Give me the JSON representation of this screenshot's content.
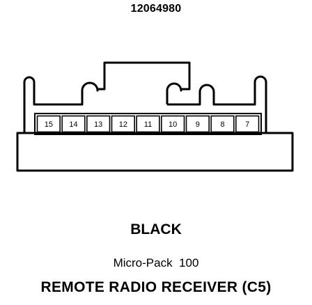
{
  "part_number": "12064980",
  "pins": [
    "15",
    "14",
    "13",
    "12",
    "11",
    "10",
    "9",
    "8",
    "7"
  ],
  "connector": {
    "color": "BLACK",
    "type": "Micro-Pack  100",
    "name": "REMOTE RADIO RECEIVER (C5)"
  }
}
